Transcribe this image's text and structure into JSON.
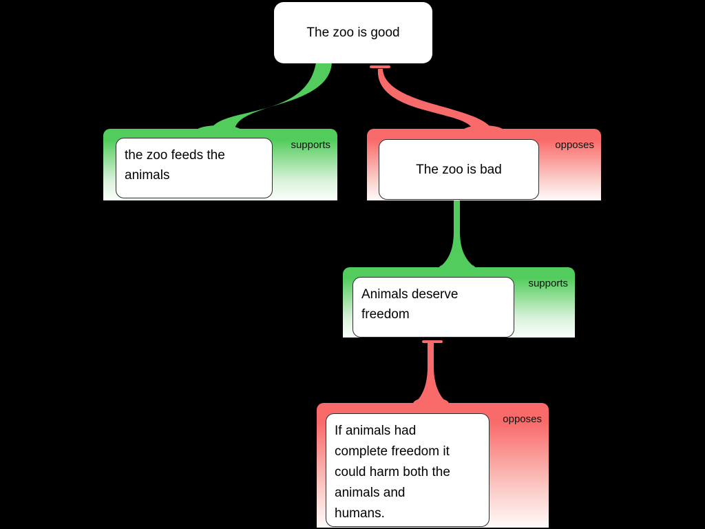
{
  "app": {
    "background": "#000000"
  },
  "palette": {
    "support_color": "#52cc5c",
    "oppose_color": "#f96a6a",
    "node_fill": "#ffffff",
    "text_color": "#000000"
  },
  "root": {
    "text": "The zoo is good"
  },
  "nodes": [
    {
      "relation": "supports",
      "text": "the zoo feeds the animals",
      "text_lines": [
        "the zoo feeds the",
        "animals"
      ]
    },
    {
      "relation": "opposes",
      "text": "The zoo is bad",
      "text_lines": [
        "The zoo is bad"
      ]
    },
    {
      "relation": "supports",
      "text": "Animals deserve freedom",
      "text_lines": [
        "Animals deserve",
        "freedom"
      ]
    },
    {
      "relation": "opposes",
      "text": "If animals had complete freedom it could harm both the animals and humans.",
      "text_lines": [
        "If animals had",
        "complete freedom it",
        "could harm both the",
        "animals and",
        "humans."
      ]
    }
  ]
}
